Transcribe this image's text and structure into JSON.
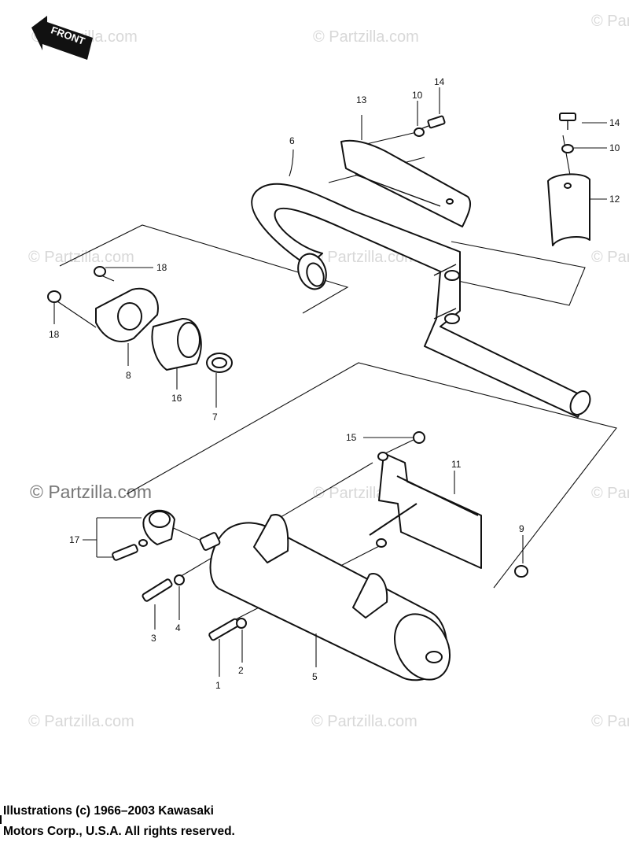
{
  "front_label": "FRONT",
  "watermark": "© Partzilla.com",
  "watermark_main": "© Partzilla.com",
  "callouts": {
    "c1": "1",
    "c2": "2",
    "c3": "3",
    "c4": "4",
    "c5": "5",
    "c6": "6",
    "c7": "7",
    "c8": "8",
    "c9": "9",
    "c10a": "10",
    "c10b": "10",
    "c11": "11",
    "c12": "12",
    "c13": "13",
    "c14a": "14",
    "c14b": "14",
    "c15": "15",
    "c16": "16",
    "c17": "17",
    "c18a": "18",
    "c18b": "18"
  },
  "copyright": {
    "line1": "Illustrations (c) 1966–2003 Kawasaki",
    "line2": "Motors Corp., U.S.A.  All rights reserved."
  },
  "colors": {
    "ink": "#111111",
    "watermark": "#d8d8d8",
    "background": "#ffffff"
  }
}
